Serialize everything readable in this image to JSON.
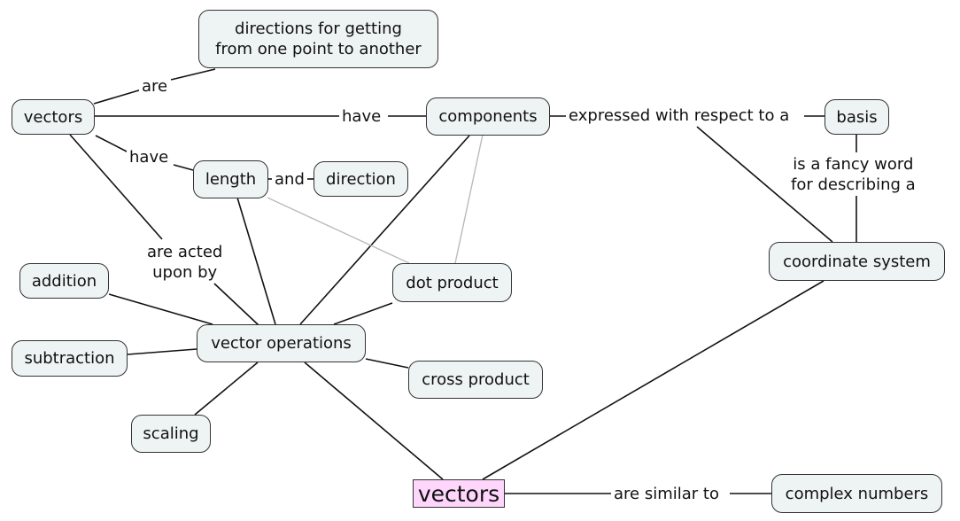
{
  "nodes": {
    "directions": "directions for getting\nfrom one point to another",
    "vectors_top": "vectors",
    "components": "components",
    "basis": "basis",
    "length": "length",
    "direction": "direction",
    "coordinate_system": "coordinate system",
    "addition": "addition",
    "dot_product": "dot product",
    "vector_operations": "vector operations",
    "subtraction": "subtraction",
    "cross_product": "cross product",
    "scaling": "scaling",
    "vectors_main": "vectors",
    "complex_numbers": "complex numbers"
  },
  "links": {
    "are": "are",
    "have_components": "have",
    "expressed": "expressed with respect to a",
    "have_length": "have",
    "and": "and",
    "fancy_word": "is a fancy word\nfor describing a",
    "acted_upon": "are acted\nupon by",
    "similar": "are similar to"
  },
  "colors": {
    "node_fill": "#eef3f4",
    "focus_fill": "#ffd6fb",
    "edge": "#111111",
    "faint_edge": "#bbbbbb"
  }
}
